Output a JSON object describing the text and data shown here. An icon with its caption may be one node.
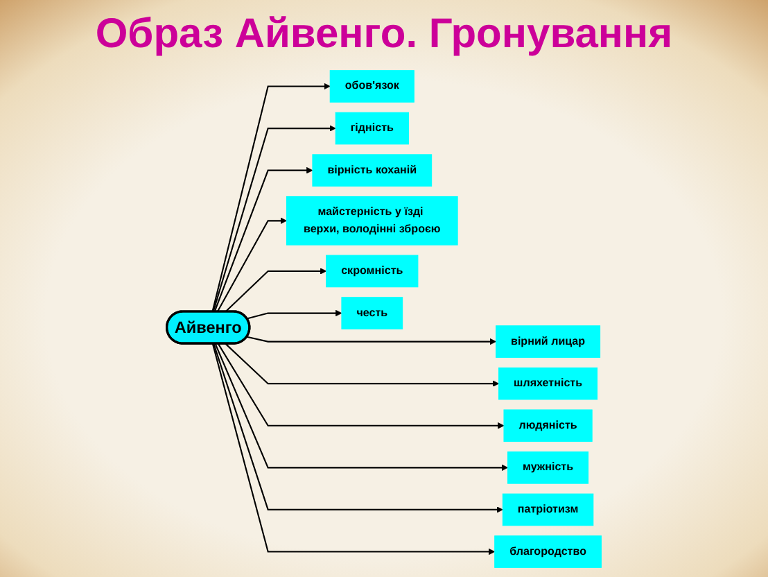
{
  "diagram": {
    "title": "Образ Айвенго. Гронування",
    "nodes": [
      {
        "text": [
          "Айвенго"
        ]
      },
      {
        "text": [
          "обов'язок"
        ]
      },
      {
        "text": [
          "вірний лицар"
        ]
      },
      {
        "text": [
          "гідність"
        ]
      },
      {
        "text": [
          "шляхетність"
        ]
      },
      {
        "text": [
          "вірність коханій"
        ]
      },
      {
        "text": [
          "людяність"
        ]
      },
      {
        "text": [
          "майстерність у їзді верхи, володінні зброєю"
        ]
      },
      {
        "text": [
          "мужність"
        ]
      },
      {
        "text": [
          "скромність"
        ]
      },
      {
        "text": [
          "патріотизм"
        ]
      },
      {
        "text": [
          "честь"
        ]
      },
      {
        "text": [
          "благородство"
        ]
      }
    ],
    "edges": [
      {
        "from": 0,
        "to": 1,
        "arrow": "to"
      },
      {
        "from": 0,
        "to": 2,
        "arrow": "to"
      },
      {
        "from": 0,
        "to": 3,
        "arrow": "to"
      },
      {
        "from": 0,
        "to": 4,
        "arrow": "to"
      },
      {
        "from": 0,
        "to": 5,
        "arrow": "to"
      },
      {
        "from": 0,
        "to": 6,
        "arrow": "to"
      },
      {
        "from": 0,
        "to": 7,
        "arrow": "to"
      },
      {
        "from": 0,
        "to": 8,
        "arrow": "to"
      },
      {
        "from": 0,
        "to": 9,
        "arrow": "to"
      },
      {
        "from": 0,
        "to": 10,
        "arrow": "to"
      },
      {
        "from": 0,
        "to": 11,
        "arrow": "to"
      },
      {
        "from": 0,
        "to": 12,
        "arrow": "to"
      }
    ]
  }
}
